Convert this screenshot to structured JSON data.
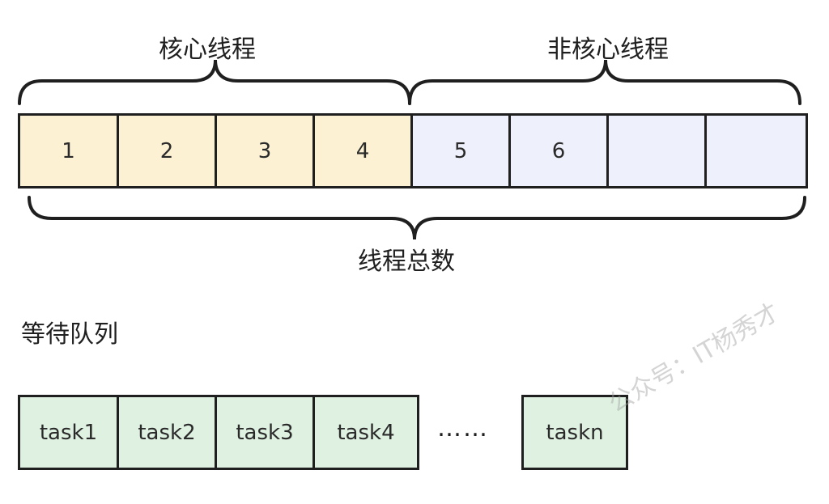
{
  "labels": {
    "core_threads": "核心线程",
    "non_core_threads": "非核心线程",
    "total_threads": "线程总数",
    "wait_queue": "等待队列"
  },
  "pool": {
    "core_cells": [
      "1",
      "2",
      "3",
      "4"
    ],
    "noncore_cells": [
      "5",
      "6",
      "",
      ""
    ]
  },
  "queue": {
    "tasks": [
      "task1",
      "task2",
      "task3",
      "task4"
    ],
    "ellipsis": "……",
    "last_task": "taskn"
  },
  "watermark": "公众号：IT杨秀才",
  "colors": {
    "core_fill": "#fcf1d2",
    "noncore_fill": "#eef1fb",
    "task_fill": "#dff2e2",
    "stroke": "#1f1f1f"
  }
}
